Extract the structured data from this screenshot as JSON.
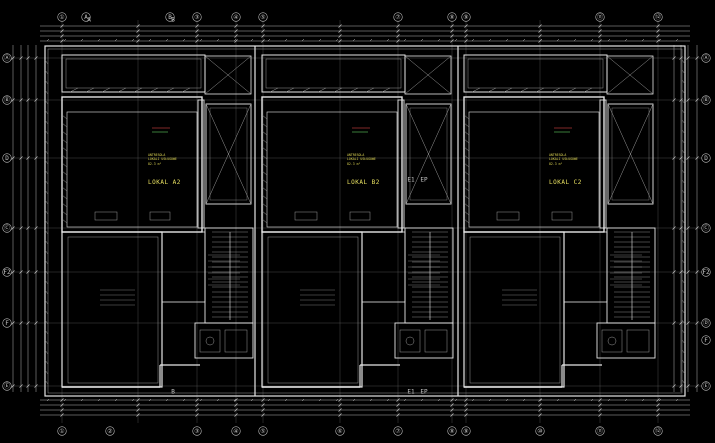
{
  "drawing": {
    "background": "#000000",
    "colors": {
      "wall": "#e6e6e6",
      "dim": "#c8c8c8",
      "hatch": "#9a9a9a",
      "text_yellow": "#e8e060",
      "text_red": "#ff5050",
      "text_green": "#62d162",
      "grid_circle": "#bdbdbd"
    }
  },
  "grid_top": [
    "①",
    "A",
    "B",
    "③",
    "④",
    "⑤",
    "⑦",
    "⑧",
    "⑨",
    "⑪",
    "⑫"
  ],
  "grid_bottom": [
    "①",
    "②",
    "③",
    "④",
    "⑤",
    "⑥",
    "⑦",
    "⑧",
    "⑨",
    "⑩",
    "⑪",
    "⑫"
  ],
  "grid_left": [
    "Ⓐ",
    "Ⓑ",
    "D",
    "Ⓒ",
    "F2",
    "F",
    "Ⓔ"
  ],
  "grid_right": [
    "Ⓐ",
    "Ⓑ",
    "D",
    "Ⓒ",
    "F2",
    "Ⓓ",
    "F",
    "Ⓔ"
  ],
  "section_marks": [
    "A",
    "B",
    "E1",
    "EP",
    "B",
    "E1",
    "EP"
  ],
  "units": [
    {
      "label": "LOKAL A2",
      "room": [
        "ANTRESOLA",
        "LOKALI USŁUGOWE"
      ],
      "area": "82.3 m²"
    },
    {
      "label": "LOKAL B2",
      "room": [
        "ANTRESOLA",
        "LOKALI USŁUGOWE"
      ],
      "area": "82.3 m²"
    },
    {
      "label": "LOKAL C2",
      "room": [
        "ANTRESOLA",
        "LOKALI USŁUGOWE"
      ],
      "area": "82.3 m²"
    }
  ]
}
